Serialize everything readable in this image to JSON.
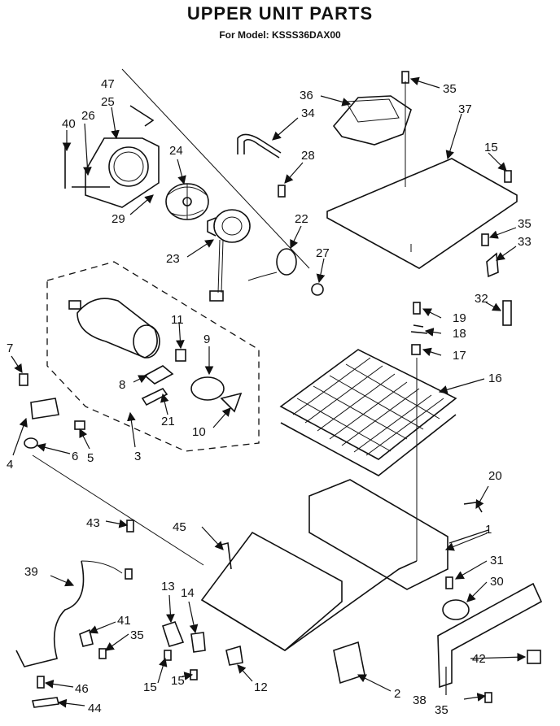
{
  "title": "UPPER UNIT PARTS",
  "subtitle": "For Model: KSSS36DAX00",
  "labels": [
    "1",
    "2",
    "3",
    "4",
    "5",
    "6",
    "7",
    "8",
    "9",
    "10",
    "11",
    "12",
    "13",
    "14",
    "15",
    "15",
    "15",
    "16",
    "17",
    "18",
    "19",
    "20",
    "21",
    "22",
    "23",
    "24",
    "25",
    "26",
    "27",
    "28",
    "29",
    "30",
    "31",
    "32",
    "33",
    "34",
    "35",
    "35",
    "35",
    "35",
    "36",
    "37",
    "38",
    "39",
    "40",
    "41",
    "42",
    "43",
    "44",
    "45",
    "46",
    "47"
  ]
}
